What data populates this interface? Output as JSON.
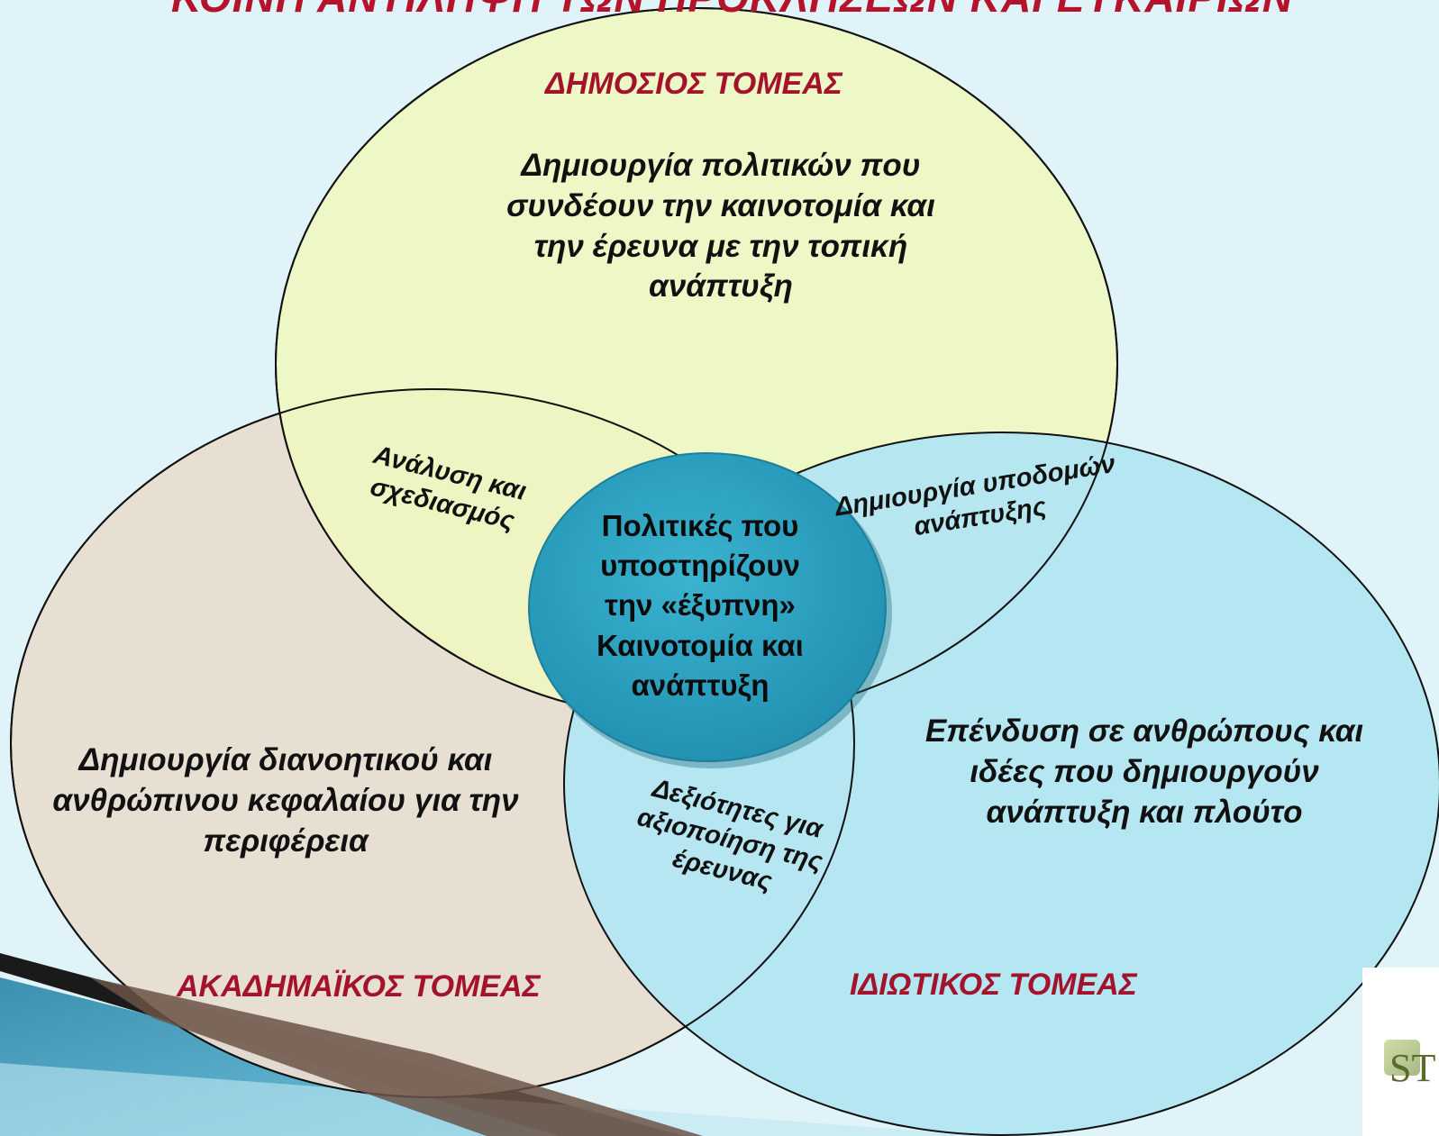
{
  "title": "ΚΟΙΝΗ ΑΝΤΙΛΗΨΗ ΤΩΝ ΠΡΟΚΛΗΣΕΩΝ ΚΑΙ ΕΥΚΑΙΡΙΩΝ",
  "sectors": {
    "public": {
      "name": "ΔΗΜΟΣΙΟΣ ΤΟΜΕΑΣ",
      "description": "Δημιουργία πολιτικών που\nσυνδέουν  την καινοτομία και\nτην έρευνα με την τοπική\nανάπτυξη",
      "color": "#f0f7c0"
    },
    "academic": {
      "name": "ΑΚΑΔΗΜΑΪΚΟΣ ΤΟΜΕΑΣ",
      "description": "Δημιουργία διανοητικού και\nανθρώπινου κεφαλαίου για την\nπεριφέρεια",
      "color": "#e9ddd0"
    },
    "private": {
      "name": "ΙΔΙΩΤΙΚΟΣ ΤΟΜΕΑΣ",
      "description": "Επένδυση σε ανθρώπους και\nιδέες που δημιουργούν\nανάπτυξη και πλούτο",
      "color": "#b4e6f2"
    }
  },
  "overlaps": {
    "public_academic": "Ανάλυση και\nσχεδιασμός",
    "public_private": "Δημιουργία υποδομών\nανάπτυξης",
    "academic_private": "Δεξιότητες για\nαξιοποίηση της\nέρευνας"
  },
  "center": {
    "text": "Πολιτικές που\nυποστηρίζουν\nτην «έξυπνη»\nΚαινοτομία και\nανάπτυξη",
    "color": "#2ea5c4"
  },
  "logo": {
    "text": "ST"
  }
}
